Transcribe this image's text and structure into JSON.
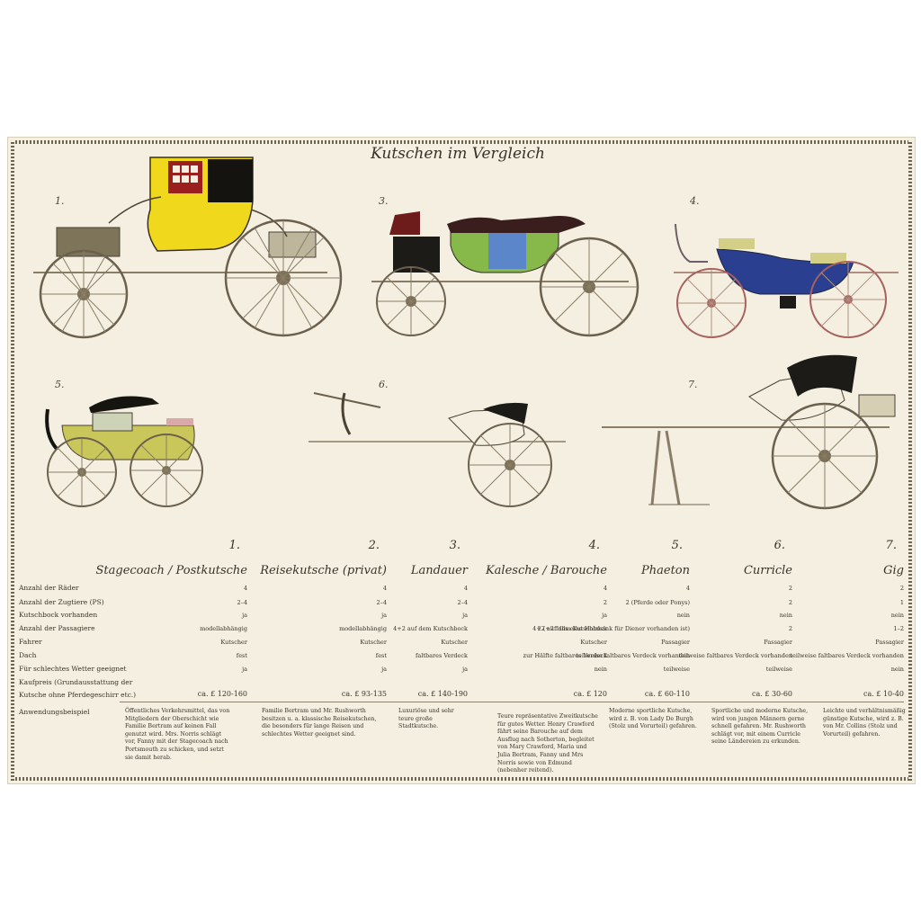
{
  "title": "Kutschen im Vergleich",
  "figures": [
    "1.",
    "3.",
    "4.",
    "5.",
    "6.",
    "7."
  ],
  "columns": [
    {
      "num": "1.",
      "name": "Stagecoach / Postkutsche"
    },
    {
      "num": "2.",
      "name": "Reisekutsche (privat)"
    },
    {
      "num": "3.",
      "name": "Landauer"
    },
    {
      "num": "4.",
      "name": "Kalesche / Barouche"
    },
    {
      "num": "5.",
      "name": "Phaeton"
    },
    {
      "num": "6.",
      "name": "Curricle"
    },
    {
      "num": "7.",
      "name": "Gig"
    }
  ],
  "rows": [
    {
      "label": "Anzahl der Räder",
      "values": [
        "4",
        "4",
        "4",
        "4",
        "4",
        "2",
        "2"
      ]
    },
    {
      "label": "Anzahl der Zugtiere (PS)",
      "values": [
        "2–4",
        "2–4",
        "2–4",
        "2",
        "2 (Pferde oder Ponys)",
        "2",
        "1"
      ]
    },
    {
      "label": "Kutschbock vorhanden",
      "values": [
        "ja",
        "ja",
        "ja",
        "ja",
        "nein",
        "nein",
        "nein"
      ]
    },
    {
      "label": "Anzahl der Passagiere",
      "values": [
        "modellabhängig",
        "modellabhängig",
        "4+2 auf dem Kutschbock",
        "4+2 auf dem Kutschbock",
        "2 (+2 falls eine Holzbank für Diener vorhanden ist)",
        "2",
        "1–2"
      ]
    },
    {
      "label": "Fahrer",
      "values": [
        "Kutscher",
        "Kutscher",
        "Kutscher",
        "Kutscher",
        "Passagier",
        "Passagier",
        "Passagier"
      ]
    },
    {
      "label": "Dach",
      "values": [
        "fest",
        "fest",
        "faltbares Verdeck",
        "zur Hälfte faltbares Verdeck",
        "teilweise faltbares Verdeck vorhanden",
        "teilweise faltbares Verdeck vorhanden",
        "teilweise faltbares Verdeck vorhanden"
      ]
    },
    {
      "label": "Für schlechtes Wetter geeignet",
      "values": [
        "ja",
        "ja",
        "ja",
        "nein",
        "teilweise",
        "teilweise",
        "nein"
      ]
    }
  ],
  "price_label": [
    "Kaufpreis (Grundausstattung der",
    "Kutsche ohne Pferdegeschirr etc.)"
  ],
  "prices": [
    "ca. £ 120-160",
    "ca. £ 93-135",
    "ca. £ 140-190",
    "ca. £ 120",
    "ca. £ 60-110",
    "ca. £ 30-60",
    "ca. £ 10-40"
  ],
  "example_label": "Anwendungsbeispiel",
  "examples": [
    "Öffentliches Verkehrsmittel, das von Mitgliedern der Oberschicht wie Familie Bertram auf keinen Fall genutzt wird. Mrs. Norris schlägt vor, Fanny mit der Stagecoach nach Portsmouth zu schicken, und setzt sie damit herab.",
    "Familie Bertram und Mr. Rushworth besitzen u. a. klassische Reisekutschen, die besonders für lange Reisen und schlechtes Wetter geeignet sind.",
    "Luxuriöse und sehr teure große Stadtkutsche.",
    "Teure repräsentative Zweitkutsche für gutes Wetter. Henry Crawford fährt seine Barouche auf dem Ausflug nach Sotherton, begleitet von Mary Crawford, Maria und Julia Bertram, Fanny und Mrs Norris sowie von Edmund (nebenher reitend).",
    "Moderne sportliche Kutsche, wird z. B. von Lady De Burgh (Stolz und Vorurteil) gefahren.",
    "Sportliche und moderne Kutsche, wird von jungen Männern gerne schnell gefahren. Mr. Rushworth schlägt vor, mit einem Curricle seine Ländereien zu erkunden.",
    "Leichte und verhältnismäßig günstige Kutsche, wird z. B. von Mr. Collins (Stolz und Vorurteil) gefahren."
  ],
  "colors": {
    "paper": "#f4efe1",
    "ink": "#3a3128",
    "yellow": "#f0d81c",
    "green": "#86b84a",
    "blue": "#2a3f8f",
    "olive": "#c9c75a"
  }
}
